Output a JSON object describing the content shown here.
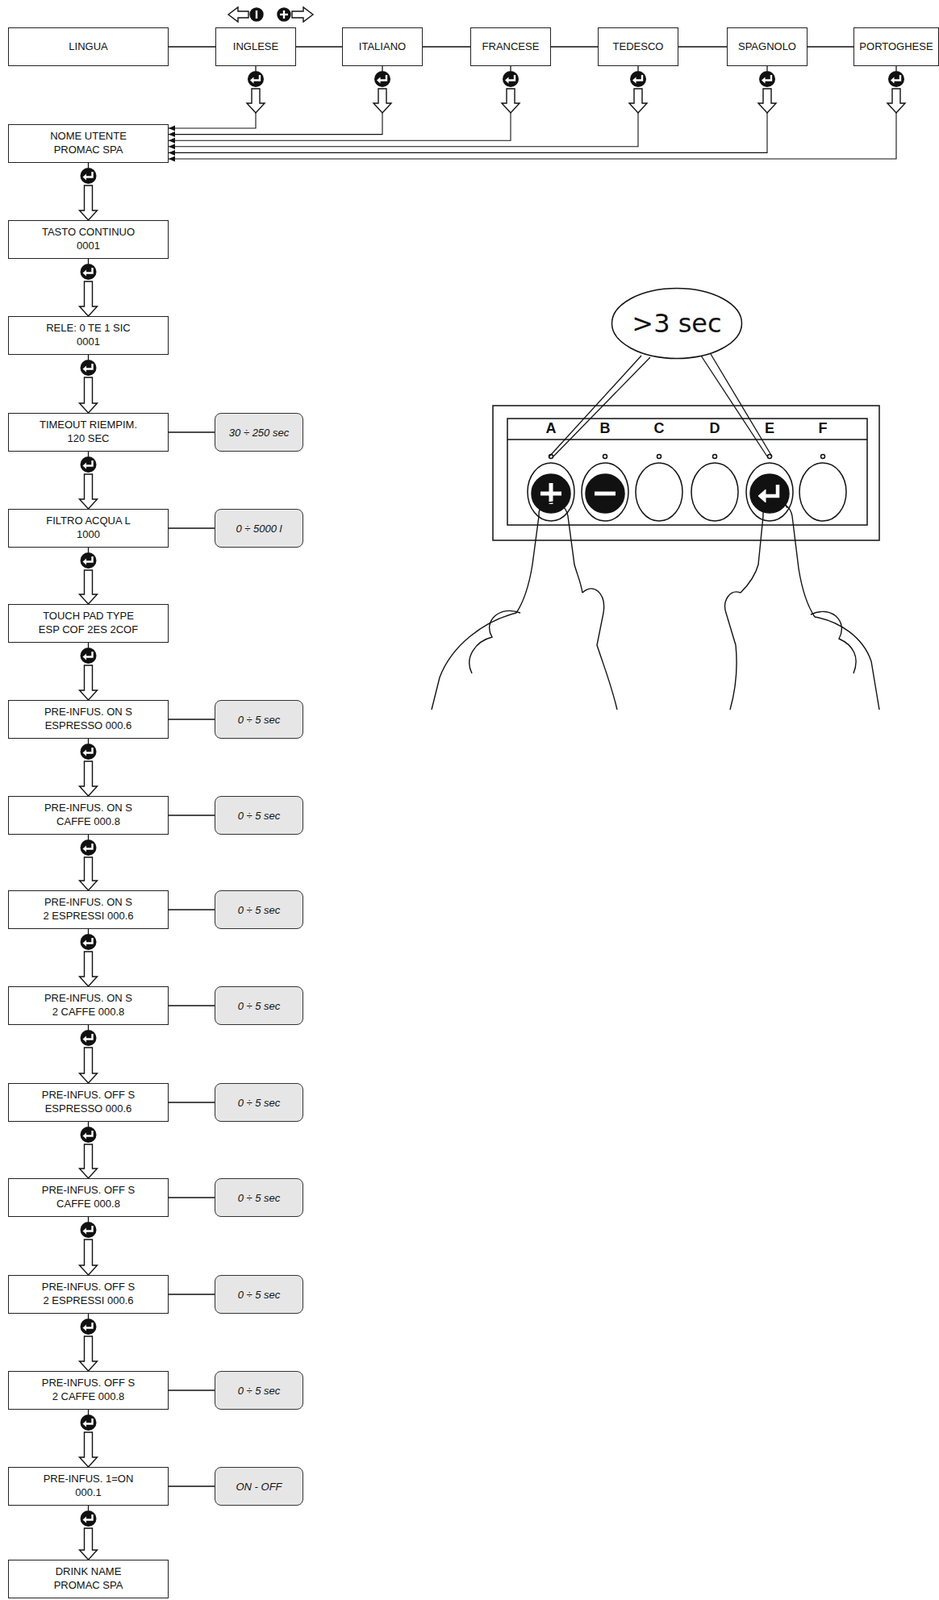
{
  "diagram": {
    "nodes": [
      {
        "text": [
          "LINGUA"
        ]
      },
      {
        "text": [
          "INGLESE"
        ]
      },
      {
        "text": [
          "ITALIANO"
        ]
      },
      {
        "text": [
          "FRANCESE"
        ]
      },
      {
        "text": [
          "TEDESCO"
        ]
      },
      {
        "text": [
          "SPAGNOLO"
        ]
      },
      {
        "text": [
          "PORTOGHESE"
        ]
      },
      {
        "text": [
          "NOME UTENTE",
          "PROMAC SPA"
        ]
      },
      {
        "text": [
          "TASTO CONTINUO",
          "0001"
        ]
      },
      {
        "text": [
          "RELE: 0 TE 1 SIC",
          "0001"
        ]
      },
      {
        "text": [
          "TIMEOUT RIEMPIM.",
          "120 SEC"
        ]
      },
      {
        "text": [
          "30 ÷ 250 sec"
        ]
      },
      {
        "text": [
          "FILTRO ACQUA L",
          "1000"
        ]
      },
      {
        "text": [
          "0 ÷ 5000 l"
        ]
      },
      {
        "text": [
          "TOUCH PAD TYPE",
          "ESP COF 2ES 2COF"
        ]
      },
      {
        "text": [
          "PRE-INFUS. ON S",
          "ESPRESSO 000.6"
        ]
      },
      {
        "text": [
          "0 ÷ 5 sec"
        ]
      },
      {
        "text": [
          "PRE-INFUS. ON S",
          "CAFFE 000.8"
        ]
      },
      {
        "text": [
          "0 ÷ 5 sec"
        ]
      },
      {
        "text": [
          "PRE-INFUS. ON S",
          "2 ESPRESSI 000.6"
        ]
      },
      {
        "text": [
          "0 ÷ 5 sec"
        ]
      },
      {
        "text": [
          "PRE-INFUS. ON S",
          "2 CAFFE 000.8"
        ]
      },
      {
        "text": [
          "0 ÷ 5 sec"
        ]
      },
      {
        "text": [
          "PRE-INFUS. OFF S",
          "ESPRESSO 000.6"
        ]
      },
      {
        "text": [
          "0 ÷ 5 sec"
        ]
      },
      {
        "text": [
          "PRE-INFUS. OFF S",
          "CAFFE 000.8"
        ]
      },
      {
        "text": [
          "0 ÷ 5 sec"
        ]
      },
      {
        "text": [
          "PRE-INFUS. OFF S",
          "2 ESPRESSI 000.6"
        ]
      },
      {
        "text": [
          "0 ÷ 5 sec"
        ]
      },
      {
        "text": [
          "PRE-INFUS. OFF S",
          "2 CAFFE 000.8"
        ]
      },
      {
        "text": [
          "0 ÷ 5 sec"
        ]
      },
      {
        "text": [
          "PRE-INFUS. 1=ON",
          "000.1"
        ]
      },
      {
        "text": [
          "ON - OFF"
        ]
      },
      {
        "text": [
          "DRINK NAME",
          "PROMAC SPA"
        ]
      },
      {
        "text": [
          ">3 sec"
        ]
      }
    ],
    "edges": [
      {
        "from": 0,
        "to": 1,
        "arrow": "none"
      },
      {
        "from": 1,
        "to": 2,
        "arrow": "none"
      },
      {
        "from": 2,
        "to": 3,
        "arrow": "none"
      },
      {
        "from": 3,
        "to": 4,
        "arrow": "none"
      },
      {
        "from": 4,
        "to": 5,
        "arrow": "none"
      },
      {
        "from": 5,
        "to": 6,
        "arrow": "none"
      },
      {
        "from": 1,
        "to": 7,
        "arrow": "to"
      },
      {
        "from": 2,
        "to": 7,
        "arrow": "to"
      },
      {
        "from": 3,
        "to": 7,
        "arrow": "to"
      },
      {
        "from": 4,
        "to": 7,
        "arrow": "to"
      },
      {
        "from": 5,
        "to": 7,
        "arrow": "to"
      },
      {
        "from": 6,
        "to": 7,
        "arrow": "to"
      },
      {
        "from": 7,
        "to": 8,
        "arrow": "to"
      },
      {
        "from": 8,
        "to": 9,
        "arrow": "to"
      },
      {
        "from": 9,
        "to": 10,
        "arrow": "to"
      },
      {
        "from": 10,
        "to": 12,
        "arrow": "to"
      },
      {
        "from": 12,
        "to": 14,
        "arrow": "to"
      },
      {
        "from": 14,
        "to": 15,
        "arrow": "to"
      },
      {
        "from": 15,
        "to": 17,
        "arrow": "to"
      },
      {
        "from": 17,
        "to": 19,
        "arrow": "to"
      },
      {
        "from": 19,
        "to": 21,
        "arrow": "to"
      },
      {
        "from": 21,
        "to": 23,
        "arrow": "to"
      },
      {
        "from": 23,
        "to": 25,
        "arrow": "to"
      },
      {
        "from": 25,
        "to": 27,
        "arrow": "to"
      },
      {
        "from": 27,
        "to": 29,
        "arrow": "to"
      },
      {
        "from": 29,
        "to": 31,
        "arrow": "to"
      },
      {
        "from": 31,
        "to": 33,
        "arrow": "to"
      },
      {
        "from": 10,
        "to": 11,
        "arrow": "none"
      },
      {
        "from": 12,
        "to": 13,
        "arrow": "none"
      },
      {
        "from": 15,
        "to": 16,
        "arrow": "none"
      },
      {
        "from": 17,
        "to": 18,
        "arrow": "none"
      },
      {
        "from": 19,
        "to": 20,
        "arrow": "none"
      },
      {
        "from": 21,
        "to": 22,
        "arrow": "none"
      },
      {
        "from": 23,
        "to": 24,
        "arrow": "none"
      },
      {
        "from": 25,
        "to": 26,
        "arrow": "none"
      },
      {
        "from": 27,
        "to": 28,
        "arrow": "none"
      },
      {
        "from": 29,
        "to": 30,
        "arrow": "none"
      },
      {
        "from": 31,
        "to": 32,
        "arrow": "none"
      }
    ],
    "labels": [
      "A",
      "B",
      "C",
      "D",
      "E",
      "F"
    ]
  }
}
